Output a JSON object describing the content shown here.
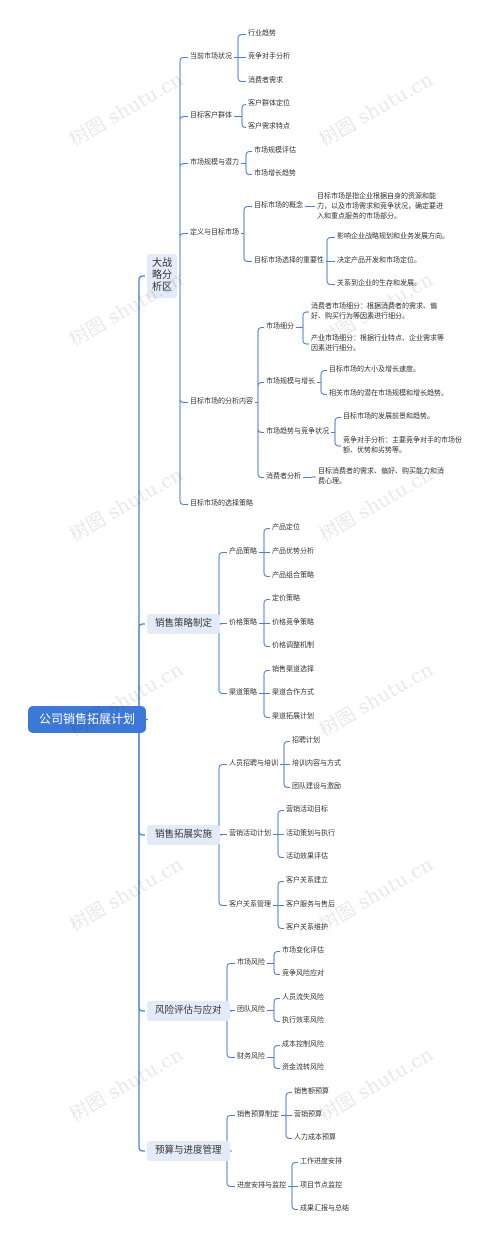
{
  "root": "公司销售拓展计划",
  "watermark": "树图 shutu.cn",
  "branches": {
    "b1": {
      "label": "大战略分析区",
      "market_status": {
        "label": "当前市场状况",
        "items": [
          "行业趋势",
          "竞争对手分析",
          "消费者需求"
        ]
      },
      "target_customer": {
        "label": "目标客户群体",
        "items": [
          "客户群体定位",
          "客户需求特点"
        ]
      },
      "market_size": {
        "label": "市场规模与潜力",
        "items": [
          "市场规模评估",
          "市场增长趋势"
        ]
      },
      "definition": {
        "label": "定义与目标市场",
        "concept": {
          "label": "目标市场的概念",
          "text": "目标市场是指企业根据自身的资源和能力，以及市场需求和竞争状况，确定要进入和重点服务的市场部分。"
        },
        "importance": {
          "label": "目标市场选择的重要性",
          "items": [
            "影响企业战略规划和业务发展方向。",
            "决定产品开发和市场定位。",
            "关系到企业的生存和发展。"
          ]
        }
      },
      "analysis": {
        "label": "目标市场的分析内容",
        "segment": {
          "label": "市场细分",
          "items": [
            "消费者市场细分：根据消费者的需求、偏好、购买行为等因素进行细分。",
            "产业市场细分：根据行业特点、企业需求等因素进行细分。"
          ]
        },
        "scale": {
          "label": "市场规模与增长",
          "items": [
            "目标市场的大小及增长速度。",
            "相关市场的潜在市场规模和增长趋势。"
          ]
        },
        "trend": {
          "label": "市场趋势与竞争状况",
          "items": [
            "目标市场的发展前景和趋势。",
            "竞争对手分析：主要竞争对手的市场份额、优势和劣势等。"
          ]
        },
        "consumer": {
          "label": "消费者分析",
          "text": "目标消费者的需求、偏好、购买能力和消费心理。"
        }
      },
      "strategy": {
        "label": "目标市场的选择策略"
      }
    },
    "b2": {
      "label": "销售策略制定",
      "product": {
        "label": "产品策略",
        "items": [
          "产品定位",
          "产品优势分析",
          "产品组合策略"
        ]
      },
      "price": {
        "label": "价格策略",
        "items": [
          "定价策略",
          "价格竞争策略",
          "价格调整机制"
        ]
      },
      "channel": {
        "label": "渠道策略",
        "items": [
          "销售渠道选择",
          "渠道合作方式",
          "渠道拓展计划"
        ]
      }
    },
    "b3": {
      "label": "销售拓展实施",
      "staff": {
        "label": "人员招聘与培训",
        "items": [
          "招聘计划",
          "培训内容与方式",
          "团队建设与激励"
        ]
      },
      "marketing": {
        "label": "营销活动计划",
        "items": [
          "营销活动目标",
          "活动策划与执行",
          "活动效果评估"
        ]
      },
      "crm": {
        "label": "客户关系管理",
        "items": [
          "客户关系建立",
          "客户服务与售后",
          "客户关系维护"
        ]
      }
    },
    "b4": {
      "label": "风险评估与应对",
      "market": {
        "label": "市场风险",
        "items": [
          "市场变化评估",
          "竞争风险应对"
        ]
      },
      "team": {
        "label": "团队风险",
        "items": [
          "人员流失风险",
          "执行效率风险"
        ]
      },
      "finance": {
        "label": "财务风险",
        "items": [
          "成本控制风险",
          "资金流转风险"
        ]
      }
    },
    "b5": {
      "label": "预算与进度管理",
      "budget": {
        "label": "销售预算制定",
        "items": [
          "销售额预算",
          "营销预算",
          "人力成本预算"
        ]
      },
      "schedule": {
        "label": "进度安排与监控",
        "items": [
          "工作进度安排",
          "项目节点监控",
          "成果汇报与总结"
        ]
      }
    }
  },
  "colors": {
    "line": "#4a7fd4",
    "root_bg": "#3c78d8",
    "branch_bg": "#e4ebf8"
  }
}
